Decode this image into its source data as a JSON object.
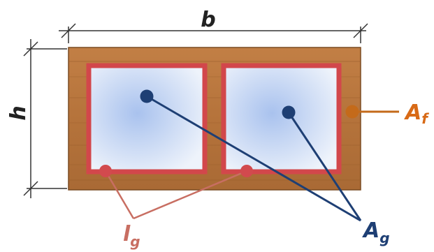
{
  "labels": {
    "width": "b",
    "height": "h",
    "frame_area": {
      "main": "A",
      "sub": "f"
    },
    "glass_area": {
      "main": "A",
      "sub": "g"
    },
    "glass_edge": {
      "main": "l",
      "sub": "g"
    }
  },
  "colors": {
    "frame": "#b8763e",
    "frame_dark": "#8c5a2c",
    "pane_border": "#d2474b",
    "glass_center": "#a9c2ee",
    "glass_edge": "#eef3fb",
    "blue_marker": "#1e3f74",
    "red_marker": "#d24a4e",
    "red_leader": "#c86e62",
    "orange_marker": "#c46a1a",
    "orange_text": "#d86a16",
    "dimension_line": "#333333"
  }
}
